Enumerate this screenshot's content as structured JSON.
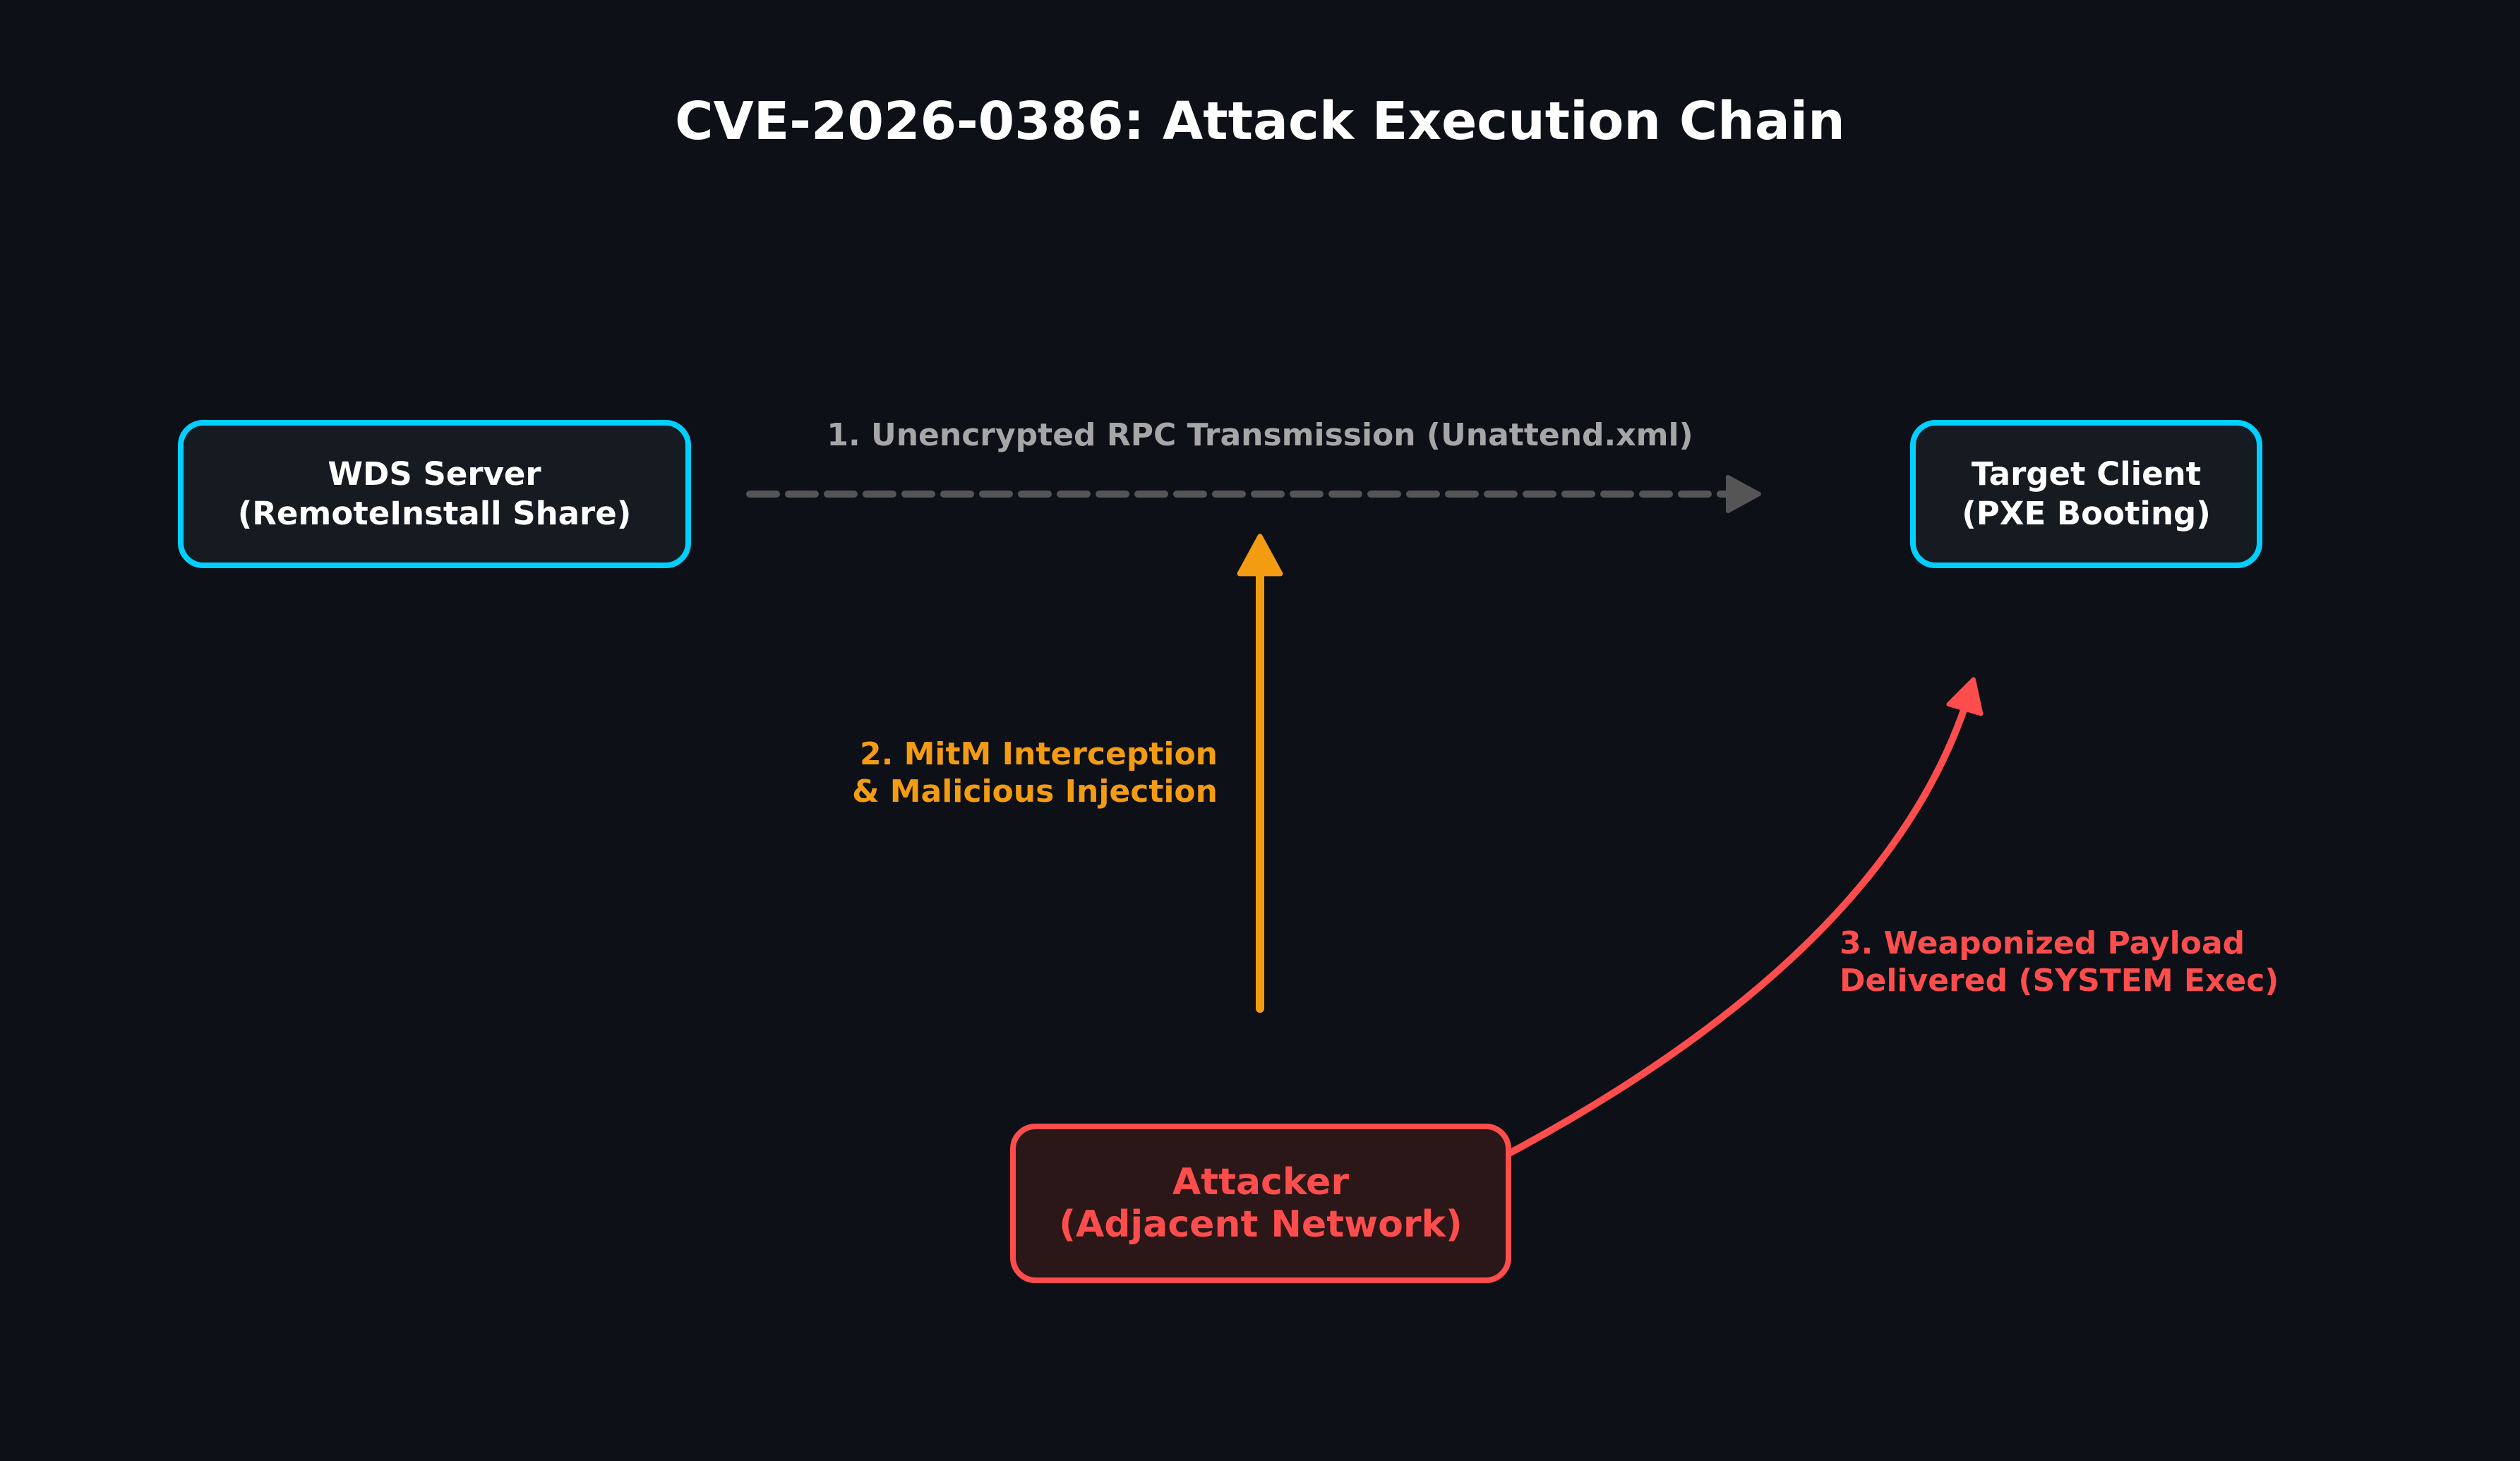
{
  "title": "CVE-2026-0386: Attack Execution Chain",
  "colors": {
    "background": "#0d1017",
    "infra_border": "#00cfff",
    "infra_fill": "#161a21",
    "attacker": "#ff4d4d",
    "attacker_fill": "#2c1718",
    "transmission": "#555555",
    "transmission_text": "#a6a6a6",
    "mitm": "#f39c12"
  },
  "nodes": {
    "wds_server": {
      "line1": "WDS Server",
      "line2": "(RemoteInstall Share)"
    },
    "target_client": {
      "line1": "Target Client",
      "line2": "(PXE Booting)"
    },
    "attacker": {
      "line1": "Attacker",
      "line2": "(Adjacent Network)"
    }
  },
  "edges": [
    {
      "id": "step1",
      "from": "WDS Server",
      "to": "Target Client",
      "style": "dashed",
      "label": "1. Unencrypted RPC Transmission (Unattend.xml)"
    },
    {
      "id": "step2",
      "from": "Attacker",
      "to": "Transmission",
      "style": "solid",
      "line1": "2. MitM Interception",
      "line2": "& Malicious Injection"
    },
    {
      "id": "step3",
      "from": "Attacker",
      "to": "Target Client",
      "style": "curved",
      "line1": "3. Weaponized Payload",
      "line2": "Delivered (SYSTEM Exec)"
    }
  ]
}
